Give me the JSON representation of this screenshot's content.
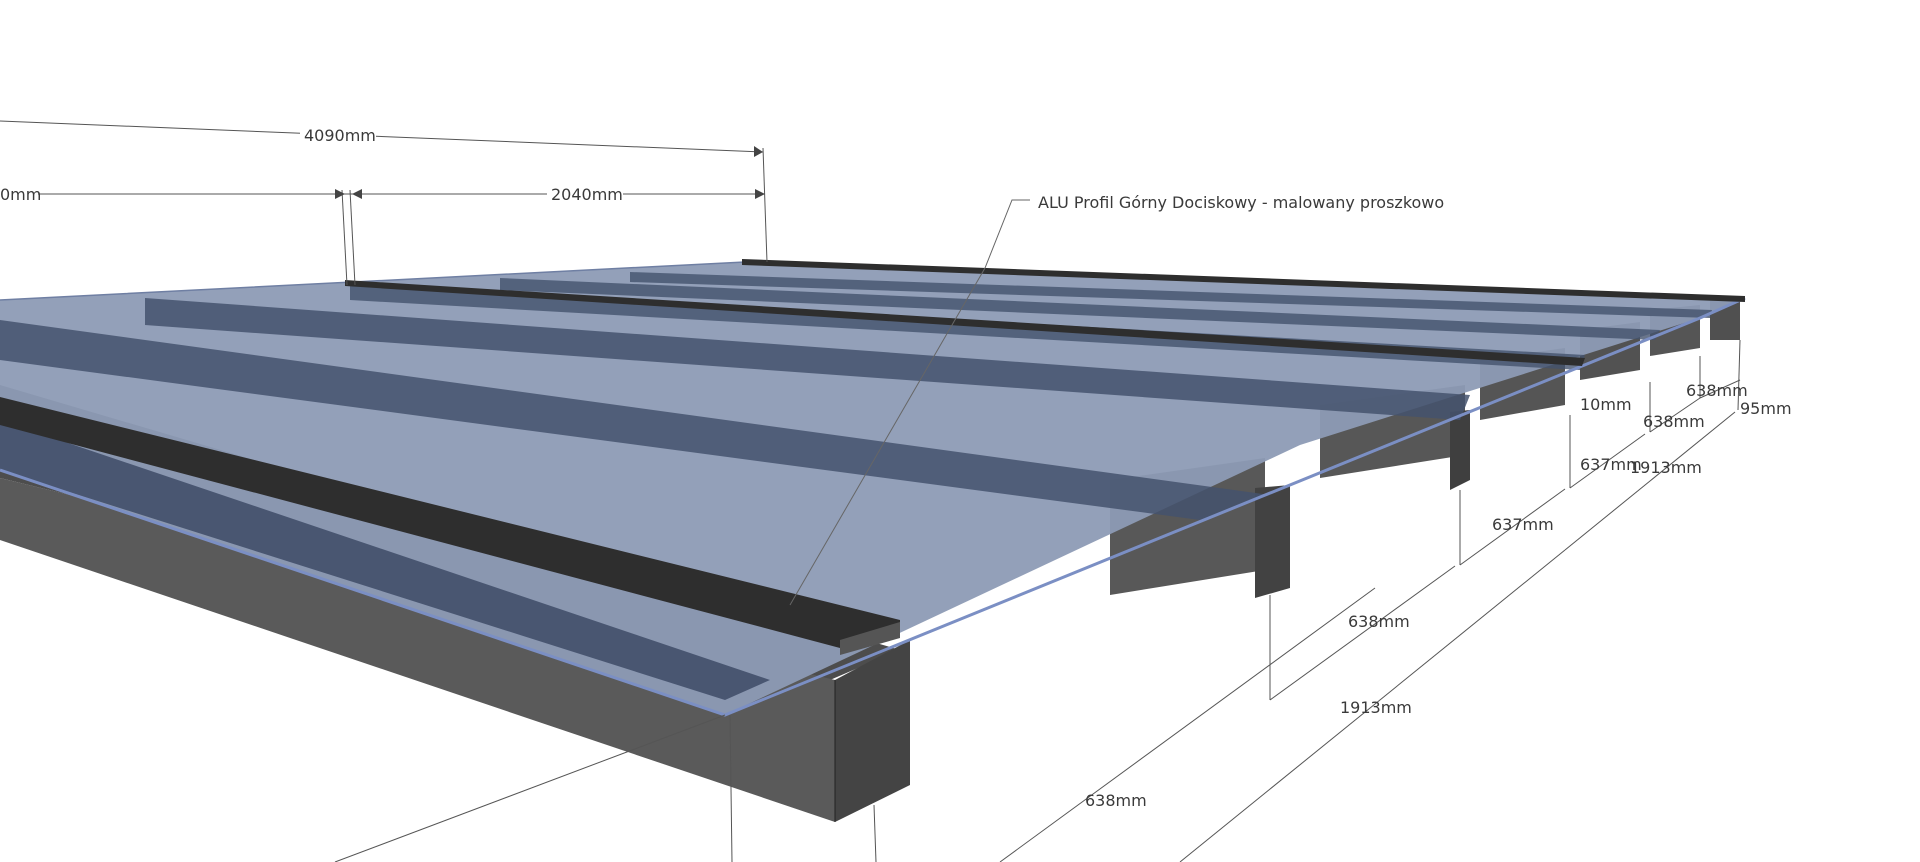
{
  "annotation": {
    "profile_label": "ALU Profil Górny Dociskowy - malowany proszkowo"
  },
  "dimensions": {
    "overall_length": "4090mm",
    "partial_left": "0mm",
    "partial_right": "2040mm",
    "span_638_a": "638mm",
    "span_638_b": "638mm",
    "span_637_a": "637mm",
    "span_637_b": "637mm",
    "span_638_c": "638mm",
    "span_638_d": "638mm",
    "span_10": "10mm",
    "span_95": "95mm",
    "total_1913_a": "1913mm",
    "total_1913_b": "1913mm"
  },
  "colors": {
    "glass": "#8d9bb5",
    "glass_dark": "#44526d",
    "beam_front": "#5a5a5a",
    "beam_side": "#444444",
    "profile": "#2e2e2e",
    "edge_blue": "#7b8fc4"
  }
}
